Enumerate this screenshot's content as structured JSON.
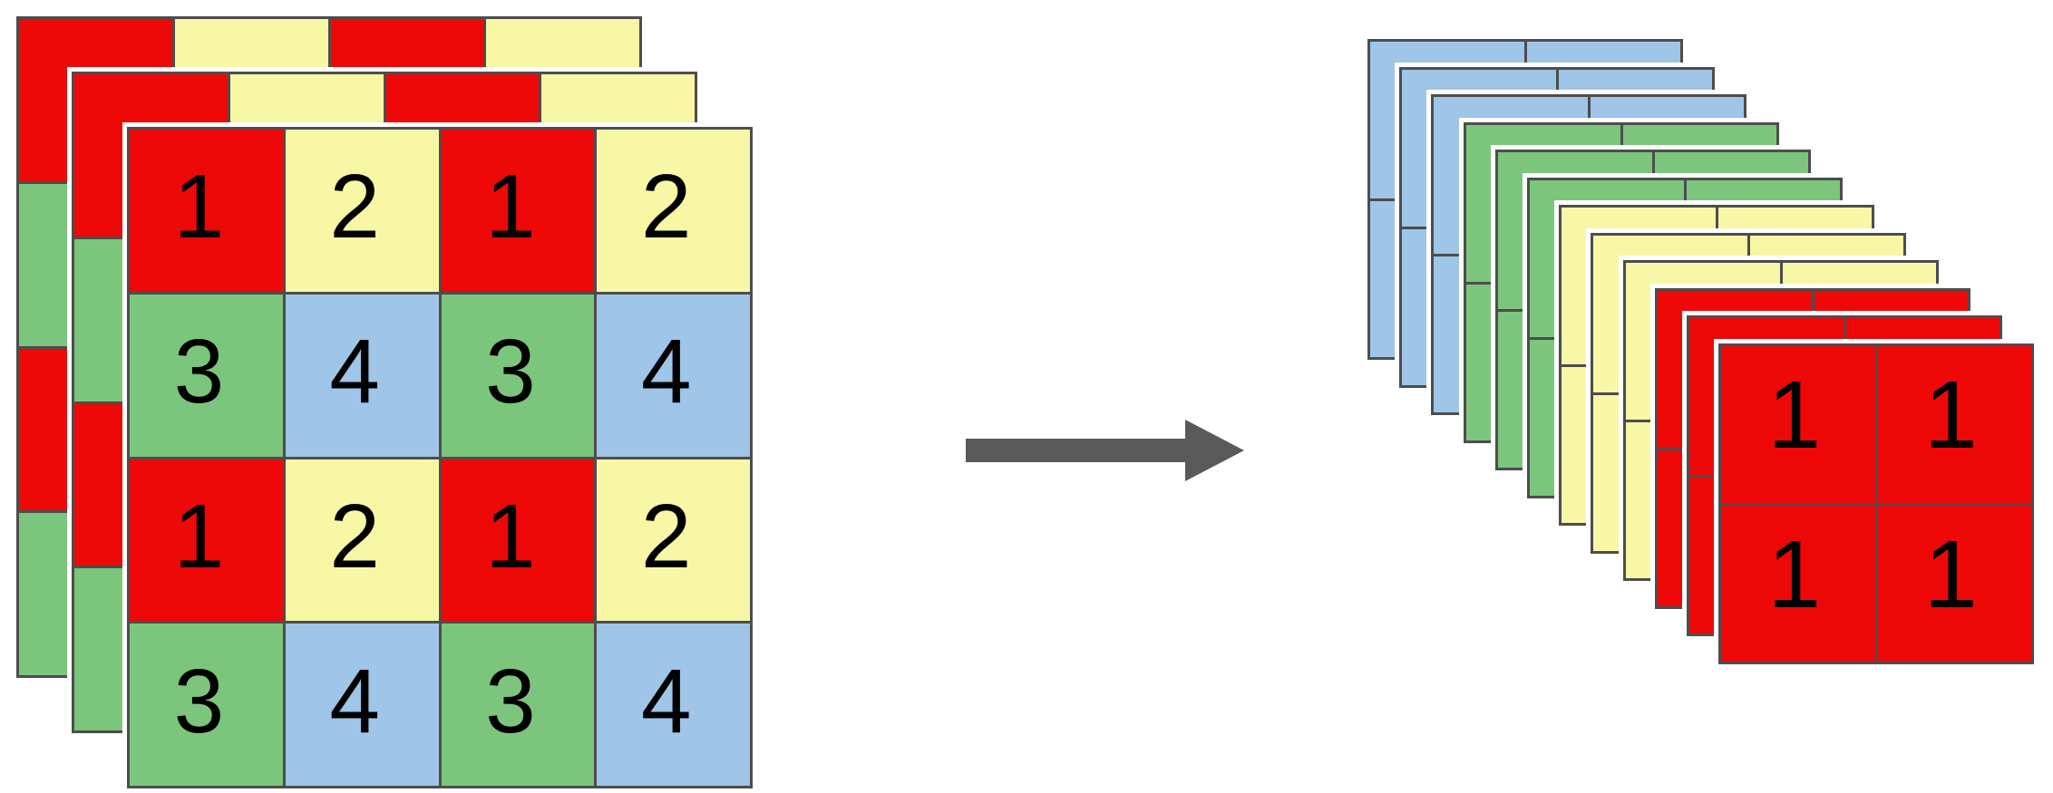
{
  "figure": {
    "kind": "pixel-shuffle-space-to-depth-diagram",
    "arrow_direction": "right"
  },
  "colors": {
    "red": "#ee0808",
    "yellow": "#f7f7a6",
    "green": "#7cc57c",
    "blue": "#9fc5e8",
    "grid_line": "#4d4d4d",
    "layer_seam": "#ffffff",
    "arrow": "#595959",
    "digit": "#000000",
    "background": "#ffffff"
  },
  "left_stack": {
    "depth": 3,
    "rows": 4,
    "cols": 4,
    "cell_colors": [
      [
        "red",
        "yellow",
        "red",
        "yellow"
      ],
      [
        "green",
        "blue",
        "green",
        "blue"
      ],
      [
        "red",
        "yellow",
        "red",
        "yellow"
      ],
      [
        "green",
        "blue",
        "green",
        "blue"
      ]
    ],
    "front_cells": [
      [
        "1",
        "2",
        "1",
        "2"
      ],
      [
        "3",
        "4",
        "3",
        "4"
      ],
      [
        "1",
        "2",
        "1",
        "2"
      ],
      [
        "3",
        "4",
        "3",
        "4"
      ]
    ]
  },
  "right_stack": {
    "rows": 2,
    "cols": 2,
    "layers": [
      {
        "color": "blue",
        "cells": [
          [
            "",
            ""
          ],
          [
            "",
            ""
          ]
        ]
      },
      {
        "color": "blue",
        "cells": [
          [
            "",
            ""
          ],
          [
            "",
            ""
          ]
        ]
      },
      {
        "color": "blue",
        "cells": [
          [
            "",
            ""
          ],
          [
            "",
            ""
          ]
        ]
      },
      {
        "color": "green",
        "cells": [
          [
            "",
            ""
          ],
          [
            "",
            ""
          ]
        ]
      },
      {
        "color": "green",
        "cells": [
          [
            "",
            ""
          ],
          [
            "",
            ""
          ]
        ]
      },
      {
        "color": "green",
        "cells": [
          [
            "",
            ""
          ],
          [
            "",
            ""
          ]
        ]
      },
      {
        "color": "yellow",
        "cells": [
          [
            "",
            ""
          ],
          [
            "",
            ""
          ]
        ]
      },
      {
        "color": "yellow",
        "cells": [
          [
            "",
            ""
          ],
          [
            "",
            ""
          ]
        ]
      },
      {
        "color": "yellow",
        "cells": [
          [
            "",
            ""
          ],
          [
            "",
            ""
          ]
        ]
      },
      {
        "color": "red",
        "cells": [
          [
            "",
            ""
          ],
          [
            "",
            ""
          ]
        ]
      },
      {
        "color": "red",
        "cells": [
          [
            "",
            ""
          ],
          [
            "",
            ""
          ]
        ]
      },
      {
        "color": "red",
        "cells": [
          [
            "1",
            "1"
          ],
          [
            "1",
            "1"
          ]
        ]
      }
    ]
  }
}
